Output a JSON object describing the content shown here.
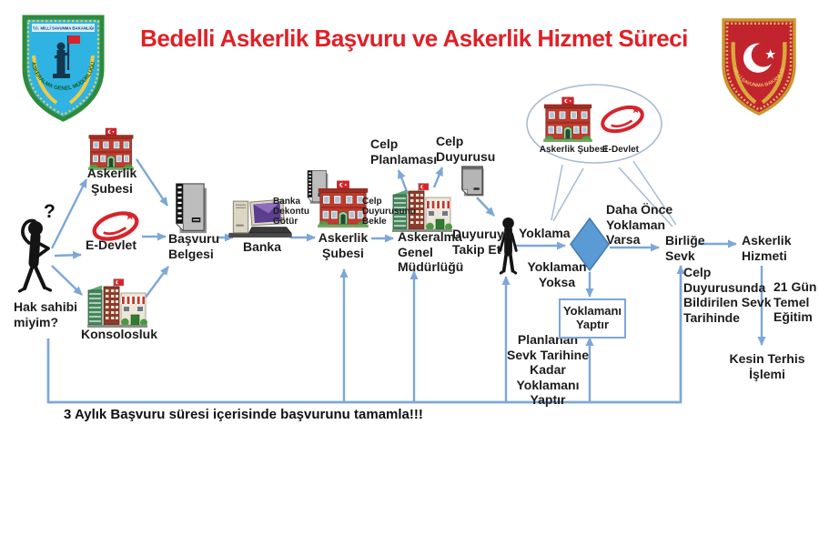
{
  "title": "Bedelli Askerlik Başvuru ve Askerlik Hizmet Süreci",
  "logos": {
    "left": {
      "band_text": "T.C. MİLLİ SAVUNMA BAKANLIĞI",
      "ring_text": "ASKERALMA GENEL MÜDÜRLÜĞÜ"
    },
    "right": {
      "ring_text": "MİLLİ SAVUNMA BAKANLIĞI"
    }
  },
  "start": {
    "question": "Hak sahibi\nmiyim?"
  },
  "channels": {
    "askerlik_subesi": "Askerlik\nŞubesi",
    "e_devlet": "E-Devlet",
    "konsolosluk": "Konsolosluk"
  },
  "process": {
    "basvuru_belgesi": "Başvuru\nBelgesi",
    "banka": "Banka",
    "banka_dekontu": "Banka\nDekontu\nGötür",
    "askerlik_subesi2": "Askerlik\nŞubesi",
    "celp_bekle": "Celp\nDuyurusunu\nBekle",
    "askeralma": "Askeralma\nGenel\nMüdürlüğü",
    "celp_planlamasi": "Celp\nPlanlaması",
    "celp_duyurusu": "Celp\nDuyurusu",
    "duyuruyu_takip": "Duyuruyu\nTakip Et",
    "yoklama": "Yoklama",
    "yoklaman_yoksa": "Yoklaman\nYoksa",
    "daha_once": "Daha Önce\nYoklaman\nVarsa",
    "yoklamani_yaptir": "Yoklamanı\nYaptır",
    "planlanan": "Planlanan\nSevk Tarihine\nKadar\nYoklamanı\nYaptır",
    "birlige_sevk": "Birliğe\nSevk",
    "celp_duyurusunda": "Celp\nDuyurusunda\nBildirilen Sevk\nTarihinde",
    "askerlik_hizmeti": "Askerlik\nHizmeti",
    "temel_egitim": "21 Gün\nTemel\nEğitim",
    "kesin_terhis": "Kesin Terhis\nİşlemi"
  },
  "callout": {
    "askerlik_subesi": "Askerlik Şubesi",
    "e_devlet": "E-Devlet"
  },
  "footer": {
    "warning": "3 Aylık Başvuru süresi içerisinde başvurunu tamamla!!!"
  },
  "colors": {
    "title": "#DE2127",
    "arrow": "#7DA7D8",
    "diamond": "#5B9BD5",
    "callout": "#A7BBD1",
    "text": "#1C1C1C",
    "flag": "#D8232A"
  }
}
